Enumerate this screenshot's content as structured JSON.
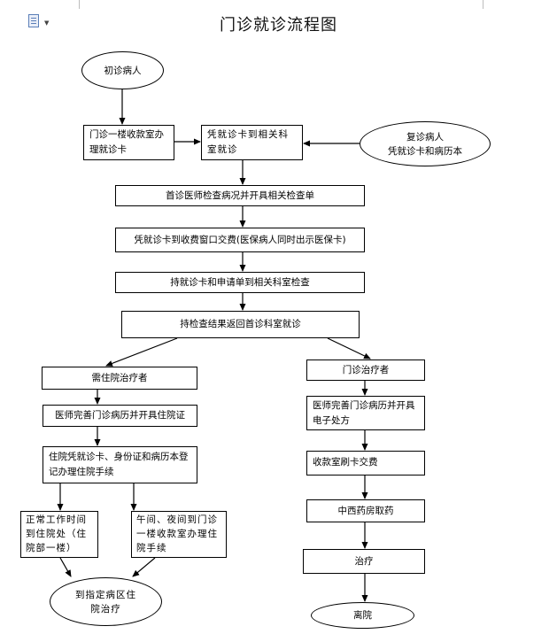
{
  "title": "门诊就诊流程图",
  "nodes": {
    "first_visit": "初诊病人",
    "register_card": "门诊一楼收款室办理就诊卡",
    "card_to_dept": "凭就诊卡到相关科室就诊",
    "return_visit_1": "复诊病人",
    "return_visit_2": "凭就诊卡和病历本",
    "doctor_exam": "首诊医师检查病况并开具相关检查单",
    "pay": "凭就诊卡到收费窗口交费(医保病人同时出示医保卡)",
    "exam_dept": "持就诊卡和申请单到相关科室检查",
    "return_results": "持检查结果返回首诊科室就诊",
    "inpatient": "需住院治疗者",
    "admission_cert": "医师完善门诊病历并开具住院证",
    "admission_procedure": "住院凭就诊卡、身份证和病历本登记办理住院手续",
    "daytime": "正常工作时间到住院处（住院部一楼）",
    "night": "午间、夜间到门诊一楼收款室办理住院手续",
    "ward": "到指定病区住院治疗",
    "outpatient": "门诊治疗者",
    "e_prescription": "医师完善门诊病历并开具电子处方",
    "card_payment": "收款室刷卡交费",
    "pharmacy": "中西药房取药",
    "treatment": "治疗",
    "leave": "离院"
  },
  "icons": {
    "document": "document-icon",
    "dropdown": "caret-down-icon"
  },
  "colors": {
    "line": "#000000",
    "icon": "#5b7fb8"
  }
}
